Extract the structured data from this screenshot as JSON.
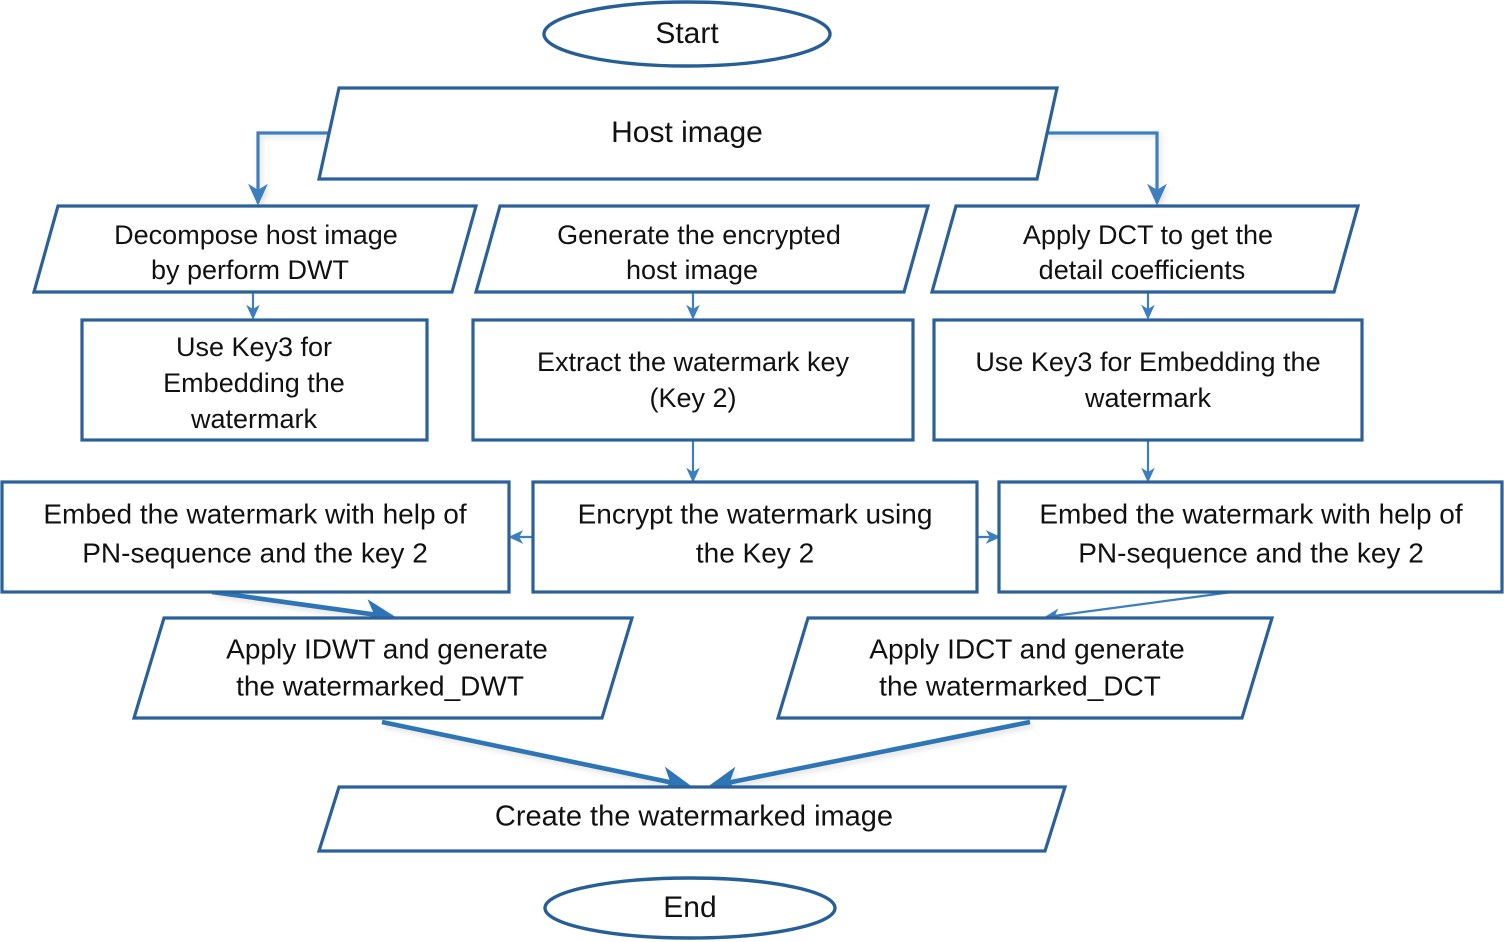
{
  "diagram": {
    "title": "Watermark embedding flowchart",
    "colors": {
      "outline": "#2b6099",
      "connector": "#3c7ebf",
      "text": "#111111",
      "background": "#ffffff"
    },
    "nodes": {
      "start": {
        "label": "Start",
        "shape": "terminator"
      },
      "host_image": {
        "label": "Host image",
        "shape": "parallelogram"
      },
      "decompose_dwt": {
        "line1": "Decompose host image",
        "line2": "by perform DWT",
        "shape": "parallelogram"
      },
      "generate_encrypted": {
        "line1": "Generate the encrypted",
        "line2": "host image",
        "shape": "parallelogram"
      },
      "apply_dct": {
        "line1": "Apply DCT to get the",
        "line2": "detail  coefficients",
        "shape": "parallelogram"
      },
      "use_key3_left": {
        "line1": "Use Key3 for",
        "line2": "Embedding the",
        "line3": "watermark",
        "shape": "rectangle"
      },
      "extract_key": {
        "line1": "Extract the watermark key",
        "line2": "(Key 2)",
        "shape": "rectangle"
      },
      "use_key3_right": {
        "line1": "Use Key3 for Embedding the",
        "line2": "watermark",
        "shape": "rectangle"
      },
      "embed_left": {
        "line1": "Embed the watermark with help of",
        "line2": "PN-sequence and the key 2",
        "shape": "rectangle"
      },
      "encrypt_watermark": {
        "line1": "Encrypt the watermark using",
        "line2": "the Key 2",
        "shape": "rectangle"
      },
      "embed_right": {
        "line1": "Embed the watermark with help of",
        "line2": "PN-sequence  and the key 2",
        "shape": "rectangle"
      },
      "apply_idwt": {
        "line1": "Apply IDWT  and generate",
        "line2": "the watermarked_DWT",
        "shape": "parallelogram"
      },
      "apply_idct": {
        "line1": "Apply IDCT  and generate",
        "line2": "the watermarked_DCT",
        "shape": "parallelogram"
      },
      "create_watermarked": {
        "label": "Create the watermarked image",
        "shape": "parallelogram"
      },
      "end": {
        "label": "End",
        "shape": "terminator"
      }
    }
  }
}
